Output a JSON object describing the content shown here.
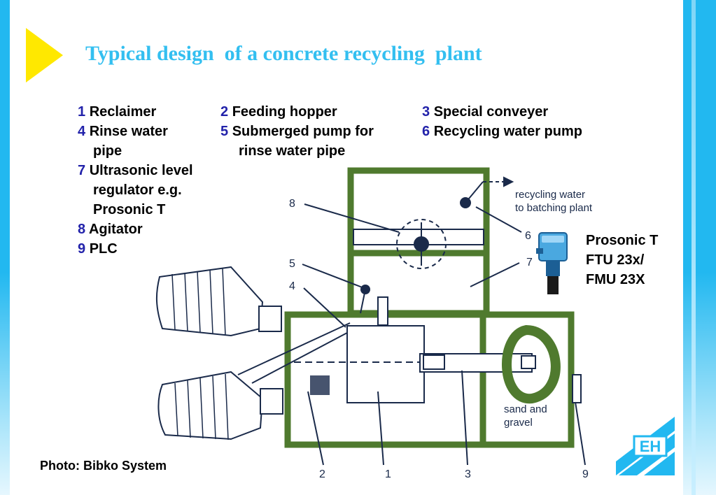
{
  "title": "Typical design  of a concrete recycling  plant",
  "legend": [
    {
      "num": "1",
      "label": "Reclaimer"
    },
    {
      "num": "2",
      "label": "Feeding hopper"
    },
    {
      "num": "3",
      "label": "Special conveyer"
    },
    {
      "num": "4",
      "label": "Rinse water"
    },
    {
      "num": "5",
      "label": "Submerged pump for"
    },
    {
      "num": "6",
      "label": "Recycling water pump"
    },
    {
      "num": "7",
      "label": "Ultrasonic level"
    },
    {
      "num": "8",
      "label": "Agitator"
    },
    {
      "num": "9",
      "label": "PLC"
    }
  ],
  "legend_continuations": {
    "item4": "pipe",
    "item5": "rinse water pipe",
    "item7_line2": "regulator e.g.",
    "item7_line3": "Prosonic T"
  },
  "diagram": {
    "annotation_recycling_line1": "recycling water",
    "annotation_recycling_line2": "to batching plant",
    "annotation_sand_line1": "sand and",
    "annotation_sand_line2": "gravel",
    "callouts": [
      "8",
      "5",
      "4",
      "6",
      "7",
      "2",
      "1",
      "3",
      "9"
    ]
  },
  "prosonic": {
    "line1": "Prosonic T",
    "line2": "FTU 23x/",
    "line3": "FMU 23X"
  },
  "credit": "Photo: Bibko System",
  "logo_text": "EH",
  "colors": {
    "title": "#33bff0",
    "number": "#2222aa",
    "wall_green": "#4f7a2e",
    "band_blue": "#22b8f0",
    "arrow_yellow": "#ffe800"
  }
}
